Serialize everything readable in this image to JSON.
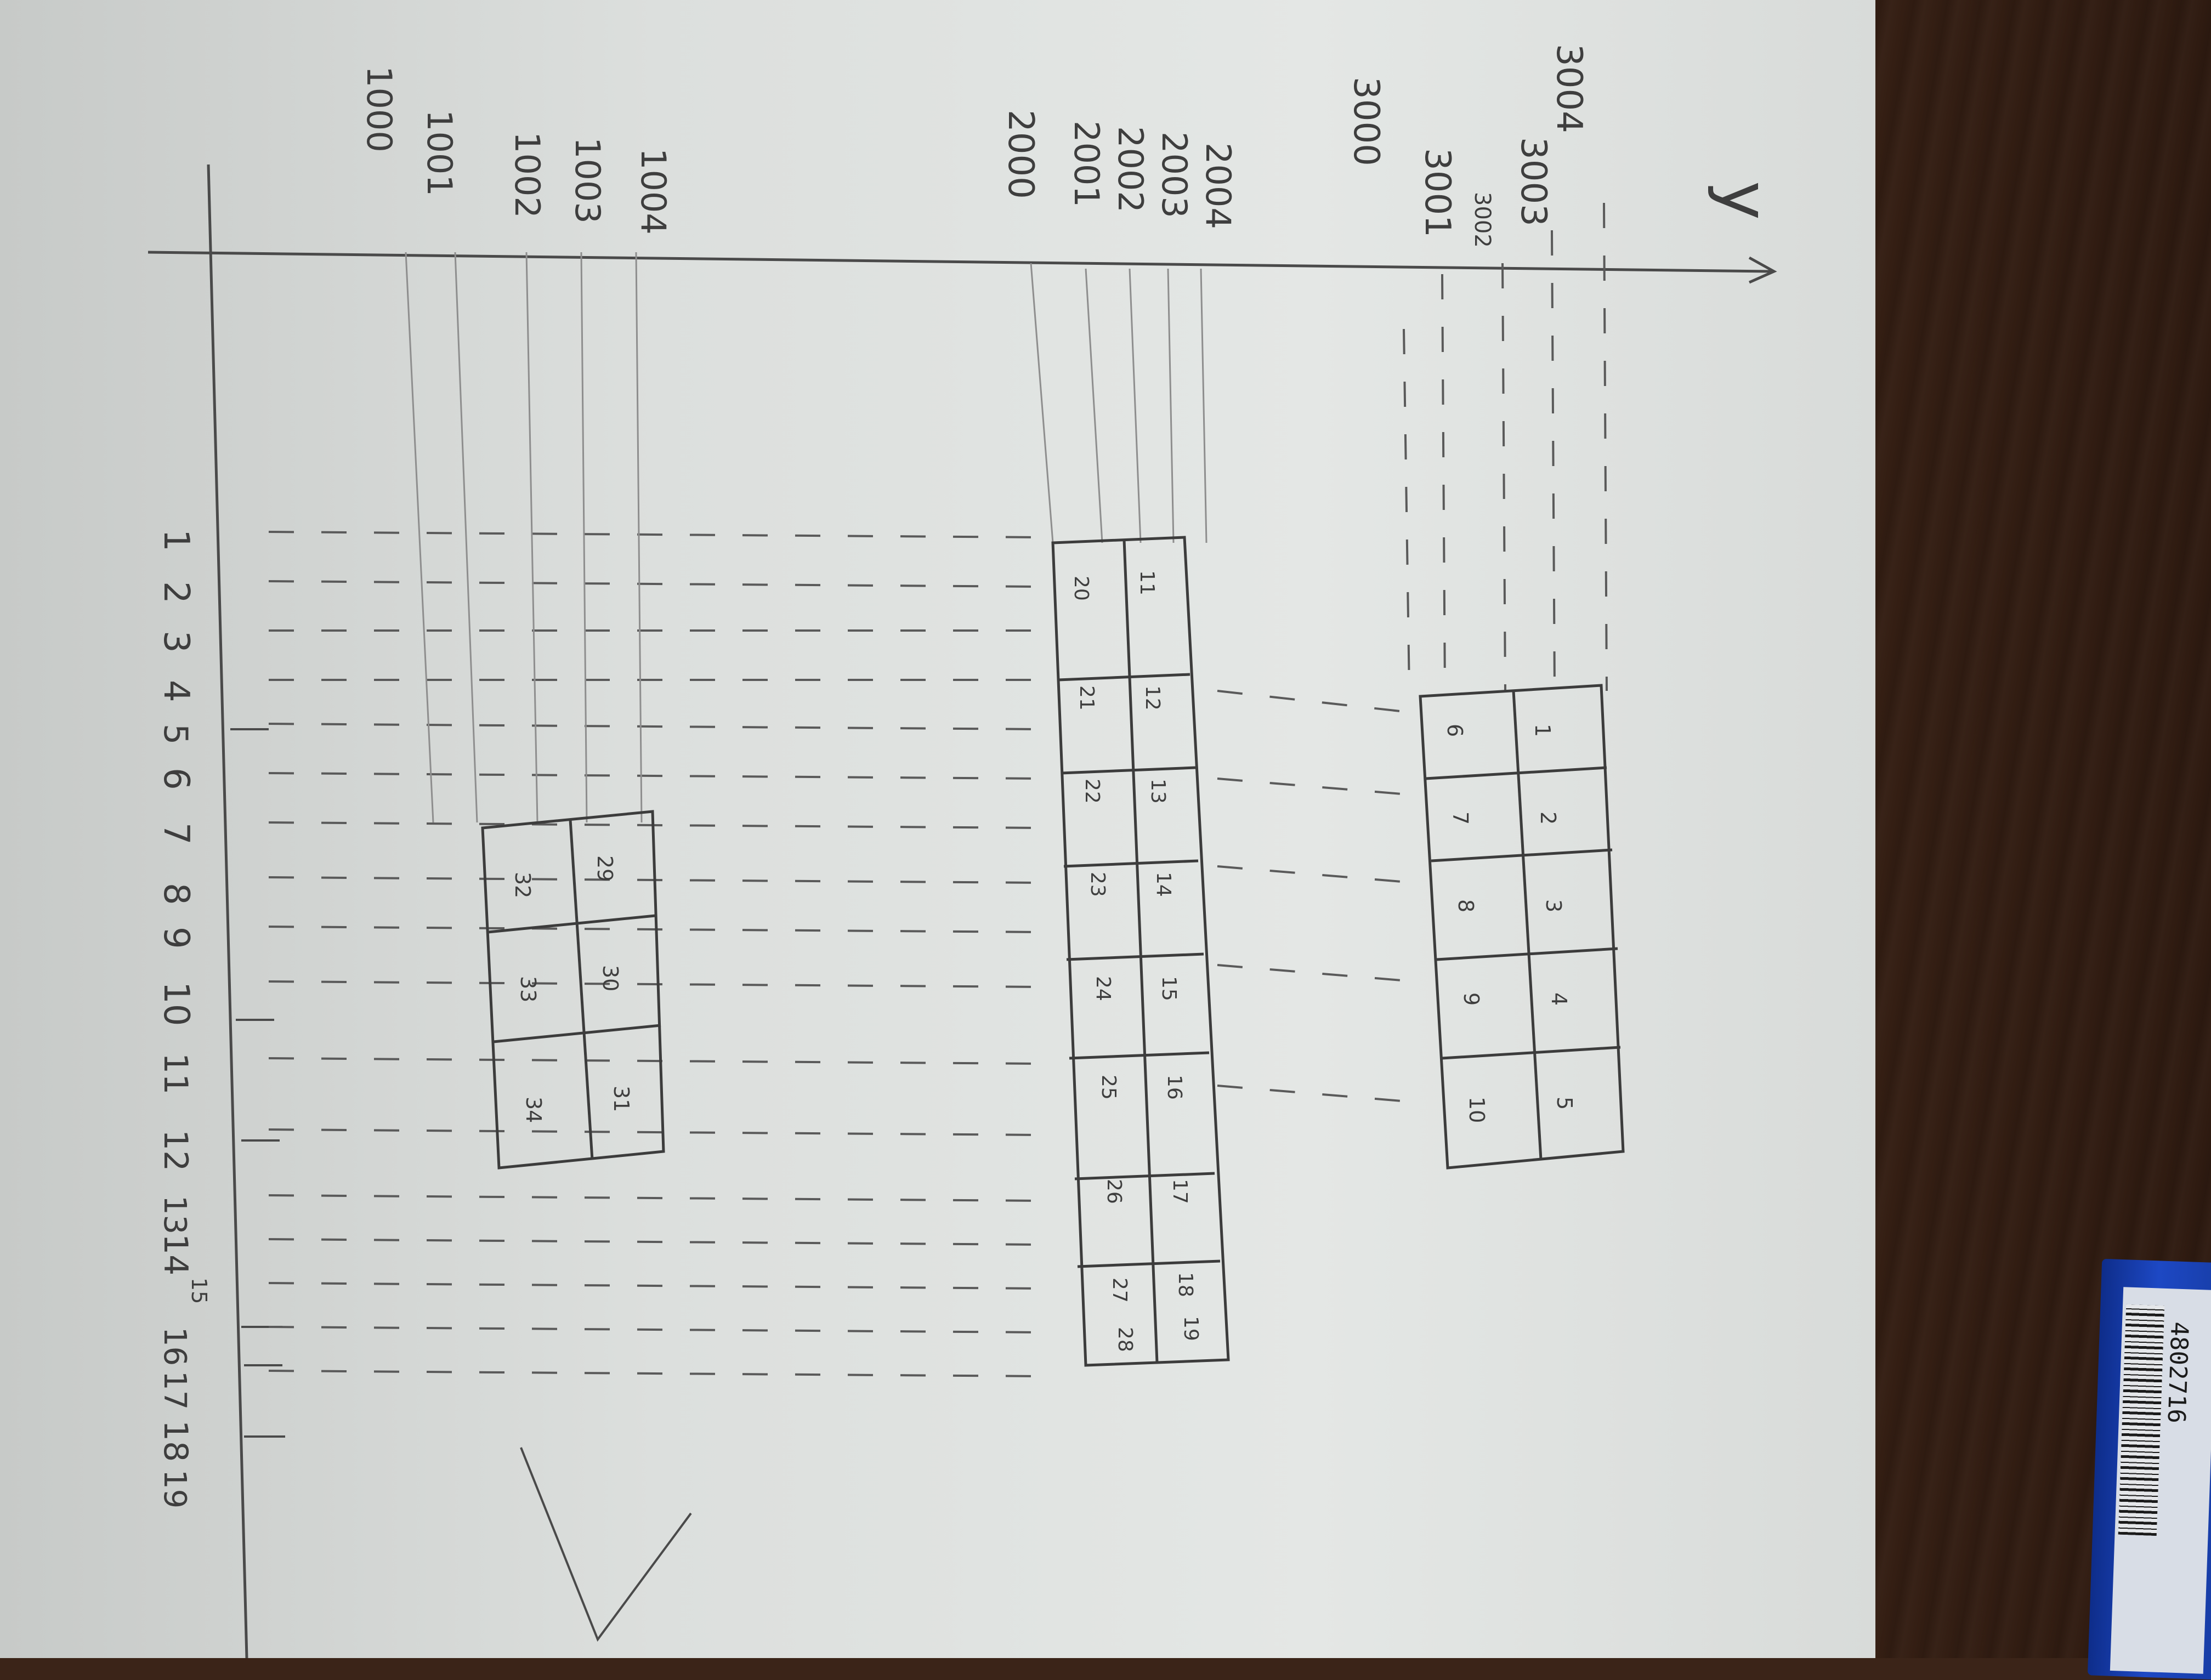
{
  "axis": {
    "y_label": "y",
    "x_ticks": [
      "1",
      "2",
      "3",
      "4",
      "5",
      "6",
      "7",
      "8",
      "9",
      "10",
      "11",
      "12",
      "13",
      "14",
      "15",
      "16",
      "17",
      "18",
      "19"
    ],
    "y_group_3000": [
      "3004",
      "3003",
      "3002",
      "3001",
      "3000"
    ],
    "y_group_2000": [
      "2004",
      "2003",
      "2002",
      "2001",
      "2000"
    ],
    "y_group_1000": [
      "1004",
      "1003",
      "1002",
      "1001",
      "1000"
    ]
  },
  "grid_3000": {
    "cells": [
      "1",
      "2",
      "3",
      "4",
      "5",
      "6",
      "7",
      "8",
      "9",
      "10"
    ]
  },
  "grid_2000": {
    "cells": [
      "11",
      "12",
      "13",
      "14",
      "15",
      "16",
      "17",
      "18",
      "19",
      "20",
      "21",
      "22",
      "23",
      "24",
      "25",
      "26",
      "27",
      "28"
    ]
  },
  "grid_1000": {
    "cells": [
      "29",
      "30",
      "31",
      "32",
      "33",
      "34"
    ]
  },
  "pencil": {
    "barcode_text": "4802716"
  }
}
